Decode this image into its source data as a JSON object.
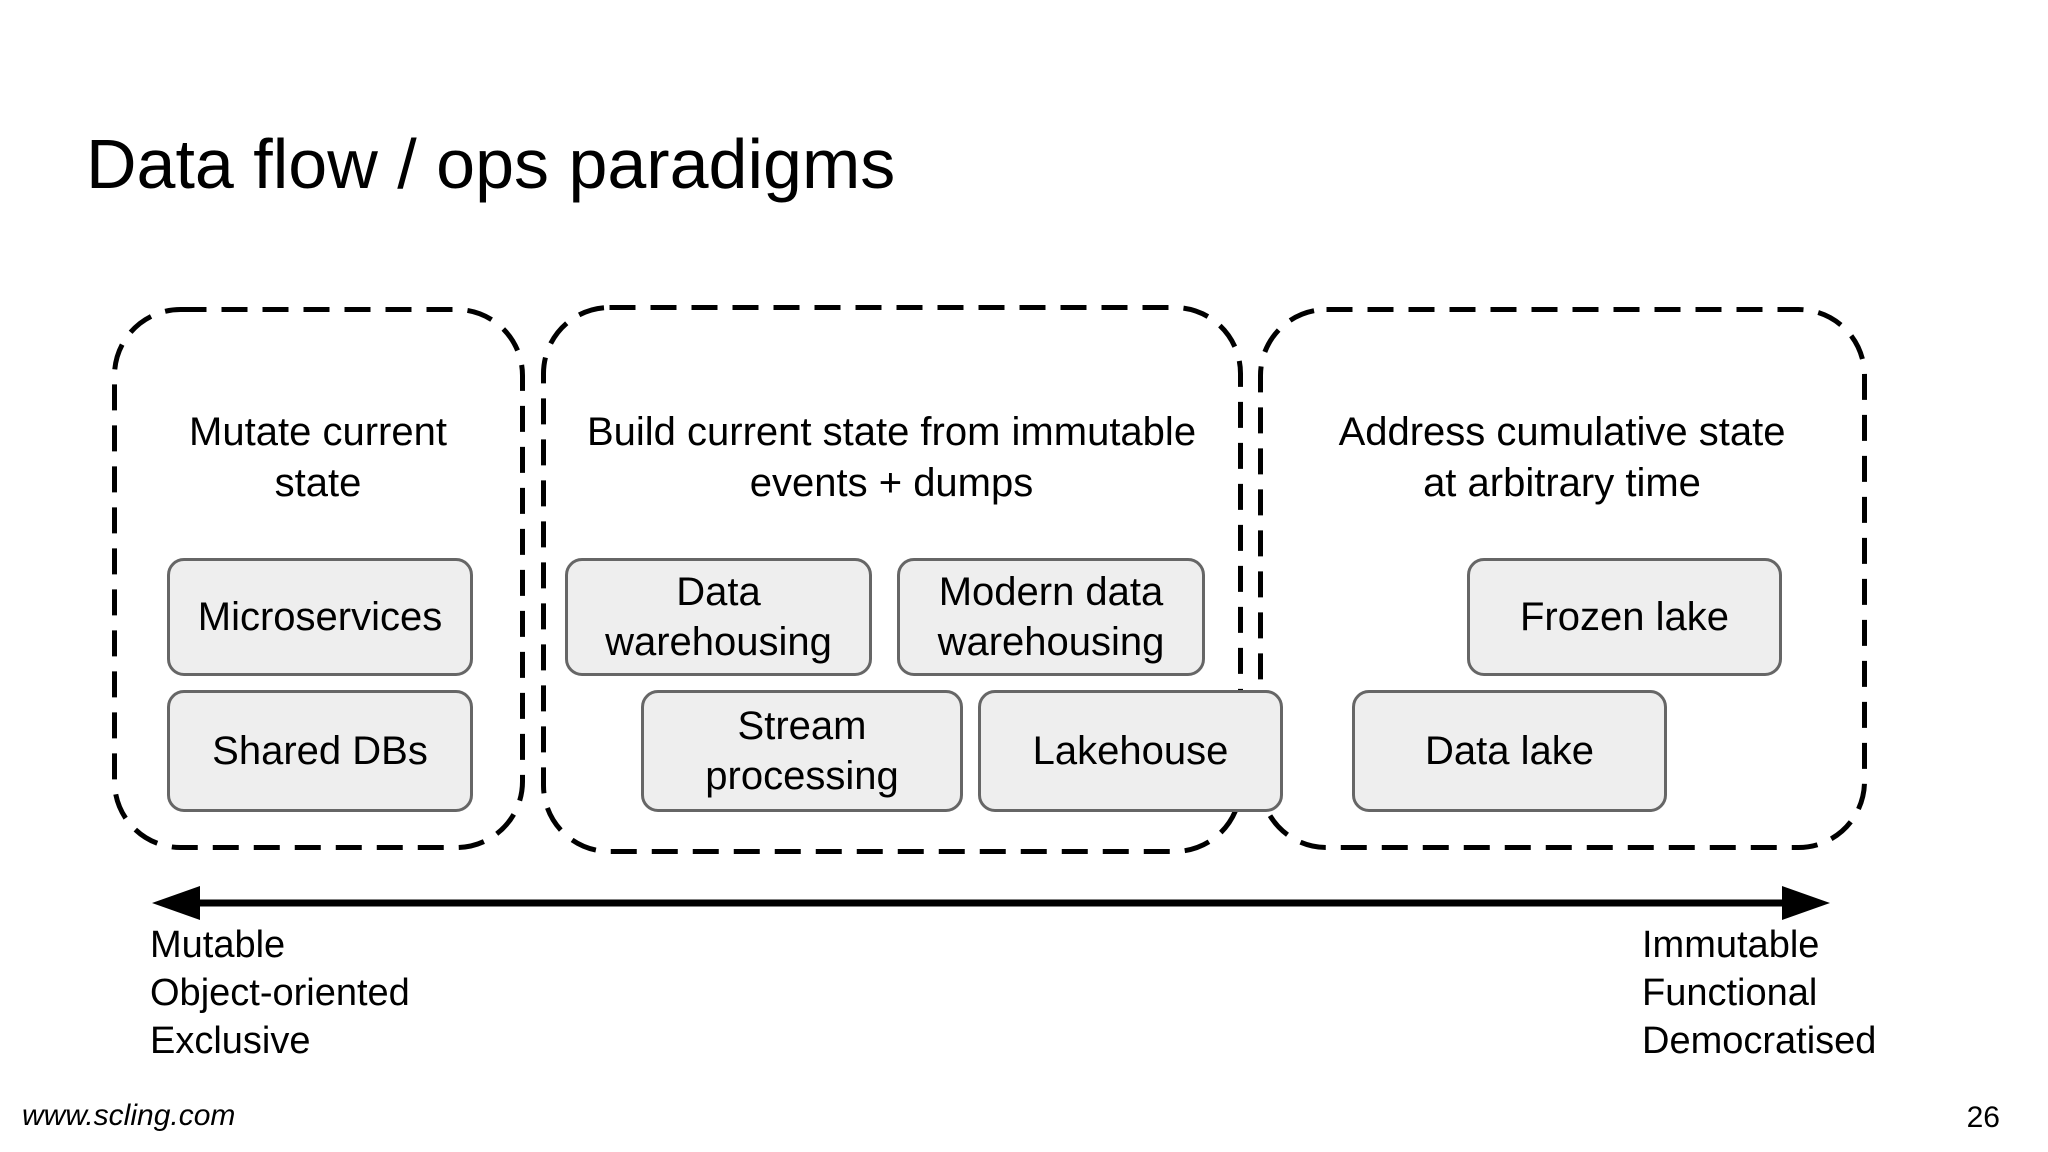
{
  "slide": {
    "title": "Data flow / ops paradigms",
    "groups": [
      {
        "name": "mutate-current-state",
        "heading": "Mutate current\nstate",
        "boxes": [
          {
            "label": "Microservices"
          },
          {
            "label": "Shared DBs"
          }
        ]
      },
      {
        "name": "build-current-state",
        "heading": "Build current state from immutable\nevents + dumps",
        "boxes": [
          {
            "label": "Data\nwarehousing"
          },
          {
            "label": "Modern data\nwarehousing"
          },
          {
            "label": "Stream\nprocessing"
          },
          {
            "label": "Lakehouse"
          }
        ]
      },
      {
        "name": "address-cumulative-state",
        "heading": "Address cumulative state\nat arbitrary time",
        "boxes": [
          {
            "label": "Frozen lake"
          },
          {
            "label": "Data lake"
          }
        ]
      }
    ],
    "axis": {
      "left_labels": [
        "Mutable",
        "Object-oriented",
        "Exclusive"
      ],
      "right_labels": [
        "Immutable",
        "Functional",
        "Democratised"
      ]
    },
    "footer": {
      "website": "www.scling.com",
      "page_number": "26"
    },
    "colors": {
      "background": "#ffffff",
      "node_fill": "#eeeeee",
      "node_border": "#666666",
      "dashed_outline": "#000000",
      "text": "#000000"
    }
  }
}
